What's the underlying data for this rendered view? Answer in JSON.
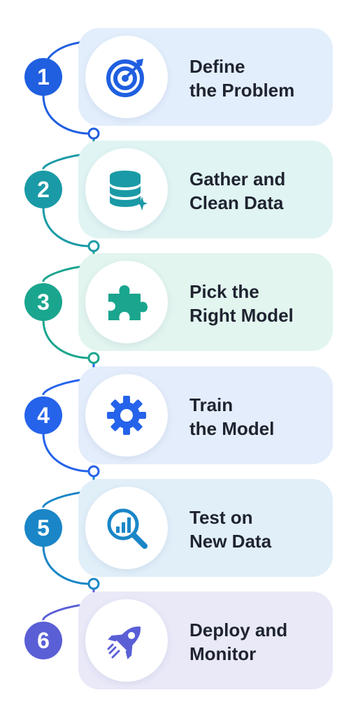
{
  "steps": [
    {
      "number": "1",
      "line1": "Define",
      "line2": "the Problem",
      "icon": "target-icon",
      "color": "#1f5fe0",
      "card": "#e3eefc"
    },
    {
      "number": "2",
      "line1": "Gather and",
      "line2": "Clean Data",
      "icon": "database-icon",
      "color": "#1a9aa6",
      "card": "#e0f4f3"
    },
    {
      "number": "3",
      "line1": "Pick the",
      "line2": "Right Model",
      "icon": "puzzle-piece-icon",
      "color": "#1aa58e",
      "card": "#e2f5ef"
    },
    {
      "number": "4",
      "line1": "Train",
      "line2": "the Model",
      "icon": "gear-icon",
      "color": "#2563eb",
      "card": "#e4edfb"
    },
    {
      "number": "5",
      "line1": "Test on",
      "line2": "New Data",
      "icon": "magnifier-chart-icon",
      "color": "#1a86c7",
      "card": "#e1eff9"
    },
    {
      "number": "6",
      "line1": "Deploy and",
      "line2": "Monitor",
      "icon": "rocket-icon",
      "color": "#5a5fd6",
      "card": "#e9e9f8"
    }
  ]
}
